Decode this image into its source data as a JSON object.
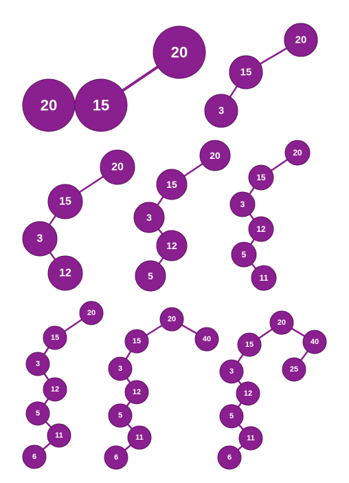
{
  "colors": {
    "node_fill": "#8a1f8f",
    "node_stroke": "#5e1462",
    "edge": "#8a1f8f",
    "label": "#ffffff"
  },
  "trees": [
    {
      "id": "insert-20",
      "nodes": [
        {
          "id": "a20",
          "label": "20"
        }
      ],
      "edges": []
    },
    {
      "id": "insert-15",
      "nodes": [
        {
          "id": "b20",
          "label": "20"
        },
        {
          "id": "b15",
          "label": "15"
        }
      ],
      "edges": [
        [
          "b20",
          "b15"
        ]
      ]
    },
    {
      "id": "insert-3",
      "nodes": [
        {
          "id": "c20",
          "label": "20"
        },
        {
          "id": "c15",
          "label": "15"
        },
        {
          "id": "c3",
          "label": "3"
        }
      ],
      "edges": [
        [
          "c20",
          "c15"
        ],
        [
          "c15",
          "c3"
        ]
      ]
    },
    {
      "id": "insert-12",
      "nodes": [
        {
          "id": "d20",
          "label": "20"
        },
        {
          "id": "d15",
          "label": "15"
        },
        {
          "id": "d3",
          "label": "3"
        },
        {
          "id": "d12",
          "label": "12"
        }
      ],
      "edges": [
        [
          "d20",
          "d15"
        ],
        [
          "d15",
          "d3"
        ],
        [
          "d3",
          "d12"
        ]
      ]
    },
    {
      "id": "insert-5",
      "nodes": [
        {
          "id": "e20",
          "label": "20"
        },
        {
          "id": "e15",
          "label": "15"
        },
        {
          "id": "e3",
          "label": "3"
        },
        {
          "id": "e12",
          "label": "12"
        },
        {
          "id": "e5",
          "label": "5"
        }
      ],
      "edges": [
        [
          "e20",
          "e15"
        ],
        [
          "e15",
          "e3"
        ],
        [
          "e3",
          "e12"
        ],
        [
          "e12",
          "e5"
        ]
      ]
    },
    {
      "id": "insert-11",
      "nodes": [
        {
          "id": "f20",
          "label": "20"
        },
        {
          "id": "f15",
          "label": "15"
        },
        {
          "id": "f3",
          "label": "3"
        },
        {
          "id": "f12",
          "label": "12"
        },
        {
          "id": "f5",
          "label": "5"
        },
        {
          "id": "f11",
          "label": "11"
        }
      ],
      "edges": [
        [
          "f20",
          "f15"
        ],
        [
          "f15",
          "f3"
        ],
        [
          "f3",
          "f12"
        ],
        [
          "f12",
          "f5"
        ],
        [
          "f5",
          "f11"
        ]
      ]
    },
    {
      "id": "insert-6",
      "nodes": [
        {
          "id": "g20",
          "label": "20"
        },
        {
          "id": "g15",
          "label": "15"
        },
        {
          "id": "g3",
          "label": "3"
        },
        {
          "id": "g12",
          "label": "12"
        },
        {
          "id": "g5",
          "label": "5"
        },
        {
          "id": "g11",
          "label": "11"
        },
        {
          "id": "g6",
          "label": "6"
        }
      ],
      "edges": [
        [
          "g20",
          "g15"
        ],
        [
          "g15",
          "g3"
        ],
        [
          "g3",
          "g12"
        ],
        [
          "g12",
          "g5"
        ],
        [
          "g5",
          "g11"
        ],
        [
          "g11",
          "g6"
        ]
      ]
    },
    {
      "id": "insert-40",
      "nodes": [
        {
          "id": "h20",
          "label": "20"
        },
        {
          "id": "h15",
          "label": "15"
        },
        {
          "id": "h40",
          "label": "40"
        },
        {
          "id": "h3",
          "label": "3"
        },
        {
          "id": "h12",
          "label": "12"
        },
        {
          "id": "h5",
          "label": "5"
        },
        {
          "id": "h11",
          "label": "11"
        },
        {
          "id": "h6",
          "label": "6"
        }
      ],
      "edges": [
        [
          "h20",
          "h15"
        ],
        [
          "h20",
          "h40"
        ],
        [
          "h15",
          "h3"
        ],
        [
          "h3",
          "h12"
        ],
        [
          "h12",
          "h5"
        ],
        [
          "h5",
          "h11"
        ],
        [
          "h11",
          "h6"
        ]
      ]
    },
    {
      "id": "insert-25",
      "nodes": [
        {
          "id": "i20",
          "label": "20"
        },
        {
          "id": "i15",
          "label": "15"
        },
        {
          "id": "i40",
          "label": "40"
        },
        {
          "id": "i25",
          "label": "25"
        },
        {
          "id": "i3",
          "label": "3"
        },
        {
          "id": "i12",
          "label": "12"
        },
        {
          "id": "i5",
          "label": "5"
        },
        {
          "id": "i11",
          "label": "11"
        },
        {
          "id": "i6",
          "label": "6"
        }
      ],
      "edges": [
        [
          "i20",
          "i15"
        ],
        [
          "i20",
          "i40"
        ],
        [
          "i40",
          "i25"
        ],
        [
          "i15",
          "i3"
        ],
        [
          "i3",
          "i12"
        ],
        [
          "i12",
          "i5"
        ],
        [
          "i5",
          "i11"
        ],
        [
          "i11",
          "i6"
        ]
      ]
    }
  ]
}
